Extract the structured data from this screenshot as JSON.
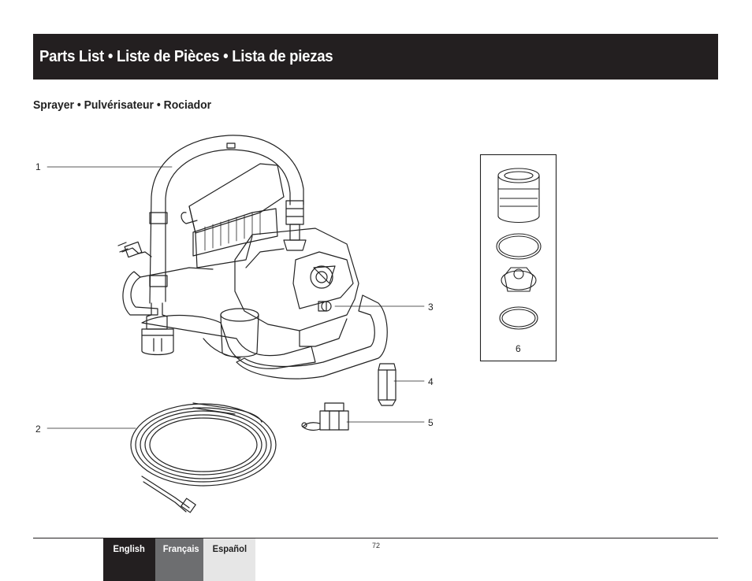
{
  "header": {
    "title": "Parts List • Liste de Pièces • Lista de piezas"
  },
  "section": {
    "subtitle": "Sprayer • Pulvérisateur • Rociador"
  },
  "callouts": [
    "1",
    "2",
    "3",
    "4",
    "5",
    "6"
  ],
  "footer": {
    "page_number": "72",
    "tabs": [
      {
        "label": "English",
        "color": "#231f20"
      },
      {
        "label": "Français",
        "color": "#6d6e70"
      },
      {
        "label": "Español",
        "color": "#e6e6e6"
      }
    ]
  }
}
